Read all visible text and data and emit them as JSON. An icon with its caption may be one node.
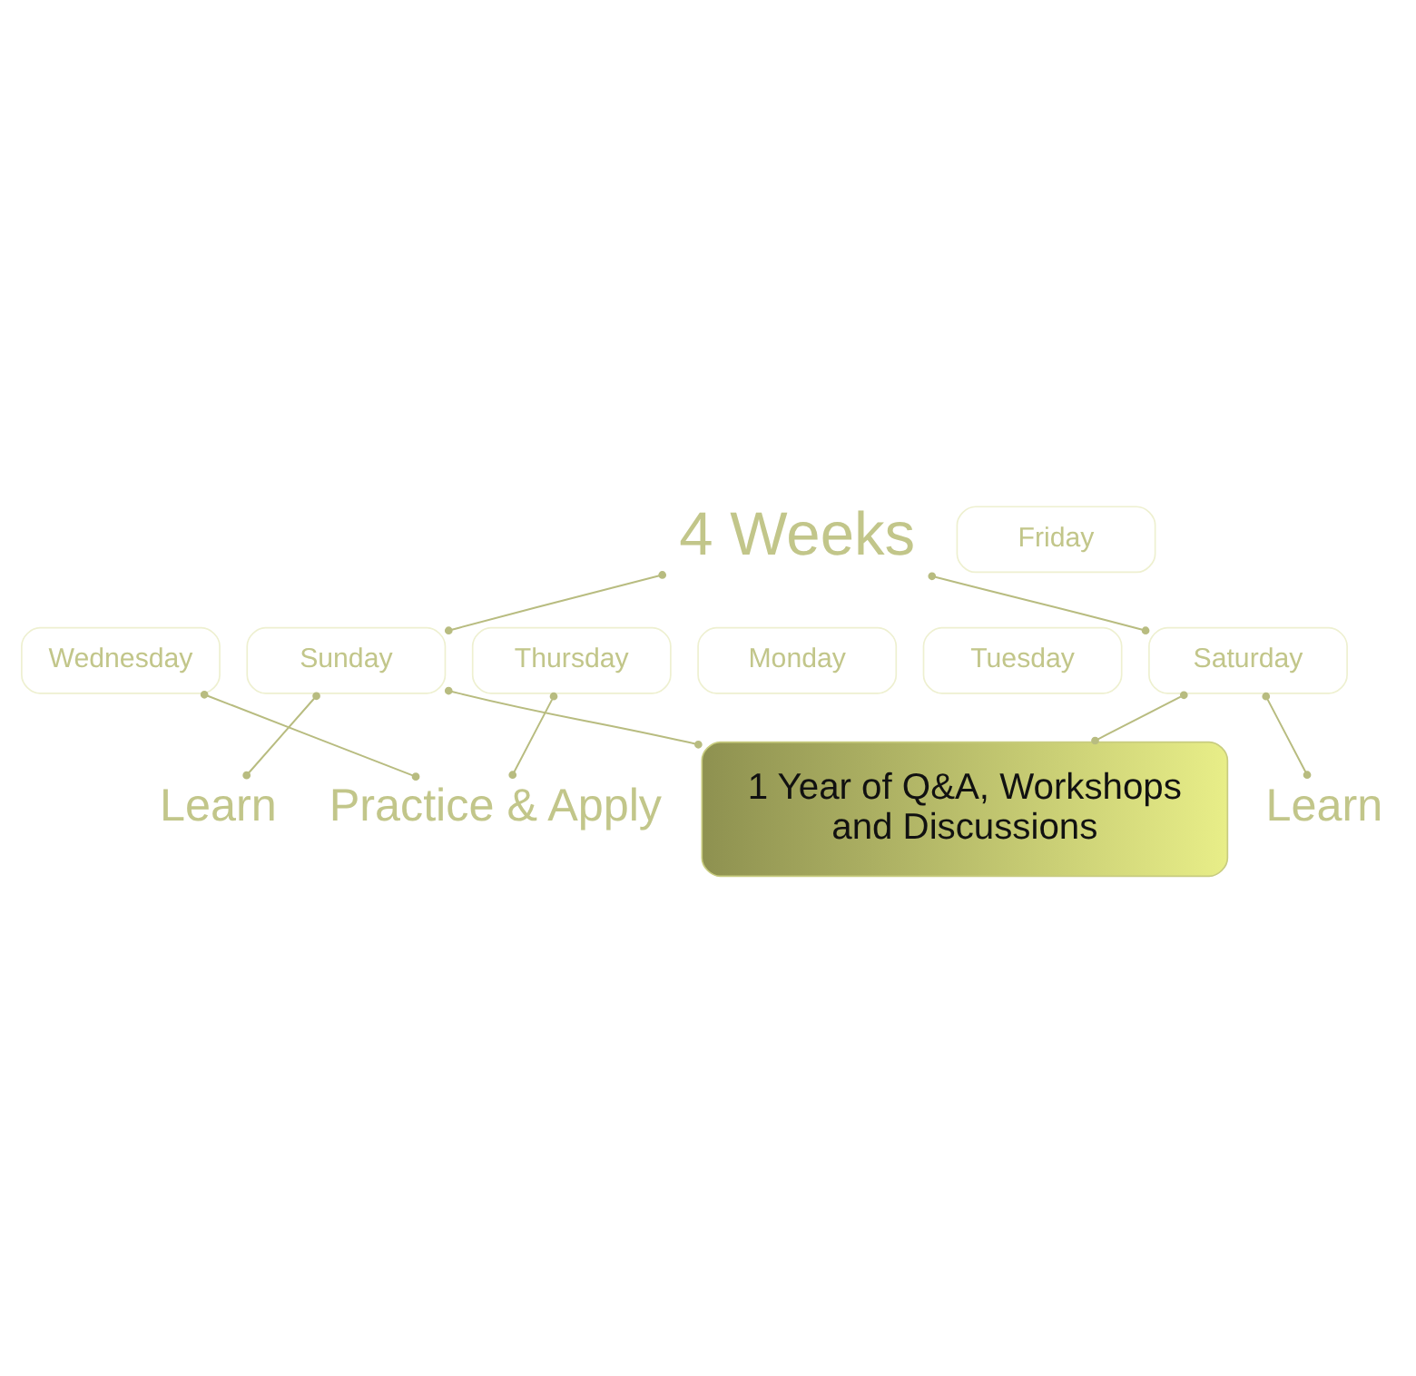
{
  "diagram": {
    "nodes": [
      {
        "text": [
          "4 Weeks"
        ]
      },
      {
        "text": [
          "Sunday"
        ]
      },
      {
        "text": [
          "Monday"
        ]
      },
      {
        "text": [
          "Tuesday"
        ]
      },
      {
        "text": [
          "Saturday"
        ]
      },
      {
        "text": [
          "Wednesday"
        ]
      },
      {
        "text": [
          "Thursday"
        ]
      },
      {
        "text": [
          "Friday"
        ]
      },
      {
        "text": [
          "Learn"
        ]
      },
      {
        "text": [
          "Practice & Apply"
        ]
      },
      {
        "text": [
          "Learn"
        ]
      },
      {
        "text": [
          "1 Year of Q&A, Workshops and Discussions"
        ]
      }
    ],
    "edges": [
      {
        "from": 0,
        "to": 1,
        "arrow": "other"
      },
      {
        "from": 0,
        "to": 4,
        "arrow": "other"
      },
      {
        "from": 1,
        "to": 8,
        "arrow": "other"
      },
      {
        "from": 4,
        "to": 10,
        "arrow": "other"
      },
      {
        "from": 5,
        "to": 9,
        "arrow": "other"
      },
      {
        "from": 6,
        "to": 9,
        "arrow": "other"
      },
      {
        "from": 1,
        "to": 11,
        "arrow": "other"
      },
      {
        "from": 4,
        "to": 11,
        "arrow": "other"
      }
    ]
  }
}
